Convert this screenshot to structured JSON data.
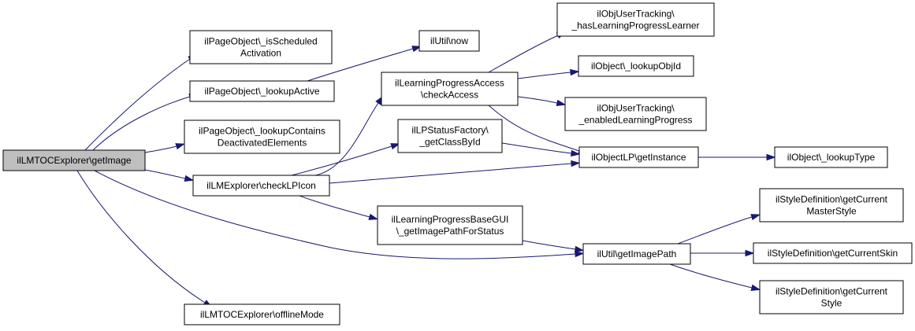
{
  "colors": {
    "node_fill": "#ffffff",
    "root_fill": "#bfbfbf",
    "node_stroke": "#000000",
    "edge": "#191970"
  },
  "nodes": {
    "root": {
      "lines": [
        "ilLMTOCExplorer\\getImage"
      ]
    },
    "sched": {
      "lines": [
        "ilPageObject\\_isScheduled",
        "Activation"
      ]
    },
    "lookupActive": {
      "lines": [
        "ilPageObject\\_lookupActive"
      ]
    },
    "contains": {
      "lines": [
        "ilPageObject\\_lookupContains",
        "DeactivatedElements"
      ]
    },
    "checkLP": {
      "lines": [
        "ilLMExplorer\\checkLPIcon"
      ]
    },
    "offline": {
      "lines": [
        "ilLMTOCExplorer\\offlineMode"
      ]
    },
    "now": {
      "lines": [
        "ilUtil\\now"
      ]
    },
    "checkAccess": {
      "lines": [
        "ilLearningProgressAccess",
        "\\checkAccess"
      ]
    },
    "factory": {
      "lines": [
        "ilLPStatusFactory\\",
        "_getClassById"
      ]
    },
    "baseGui": {
      "lines": [
        "ilLearningProgressBaseGUI",
        "\\_getImagePathForStatus"
      ]
    },
    "hasLearner": {
      "lines": [
        "ilObjUserTracking\\",
        "_hasLearningProgressLearner"
      ]
    },
    "objId": {
      "lines": [
        "ilObject\\_lookupObjId"
      ]
    },
    "enabled": {
      "lines": [
        "ilObjUserTracking\\",
        "_enabledLearningProgress"
      ]
    },
    "getInstance": {
      "lines": [
        "ilObjectLP\\getInstance"
      ]
    },
    "imagePath": {
      "lines": [
        "ilUtil\\getImagePath"
      ]
    },
    "lookupType": {
      "lines": [
        "ilObject\\_lookupType"
      ]
    },
    "master": {
      "lines": [
        "ilStyleDefinition\\getCurrent",
        "MasterStyle"
      ]
    },
    "skin": {
      "lines": [
        "ilStyleDefinition\\getCurrentSkin"
      ]
    },
    "style": {
      "lines": [
        "ilStyleDefinition\\getCurrent",
        "Style"
      ]
    }
  },
  "edges": [
    [
      "root",
      "sched"
    ],
    [
      "root",
      "lookupActive"
    ],
    [
      "root",
      "contains"
    ],
    [
      "root",
      "checkLP"
    ],
    [
      "root",
      "imagePath"
    ],
    [
      "root",
      "offline"
    ],
    [
      "lookupActive",
      "now"
    ],
    [
      "checkLP",
      "checkAccess"
    ],
    [
      "checkLP",
      "factory"
    ],
    [
      "checkLP",
      "baseGui"
    ],
    [
      "checkLP",
      "getInstance"
    ],
    [
      "checkAccess",
      "hasLearner"
    ],
    [
      "checkAccess",
      "objId"
    ],
    [
      "checkAccess",
      "enabled"
    ],
    [
      "checkAccess",
      "getInstance"
    ],
    [
      "factory",
      "getInstance"
    ],
    [
      "baseGui",
      "imagePath"
    ],
    [
      "getInstance",
      "lookupType"
    ],
    [
      "imagePath",
      "master"
    ],
    [
      "imagePath",
      "skin"
    ],
    [
      "imagePath",
      "style"
    ]
  ]
}
